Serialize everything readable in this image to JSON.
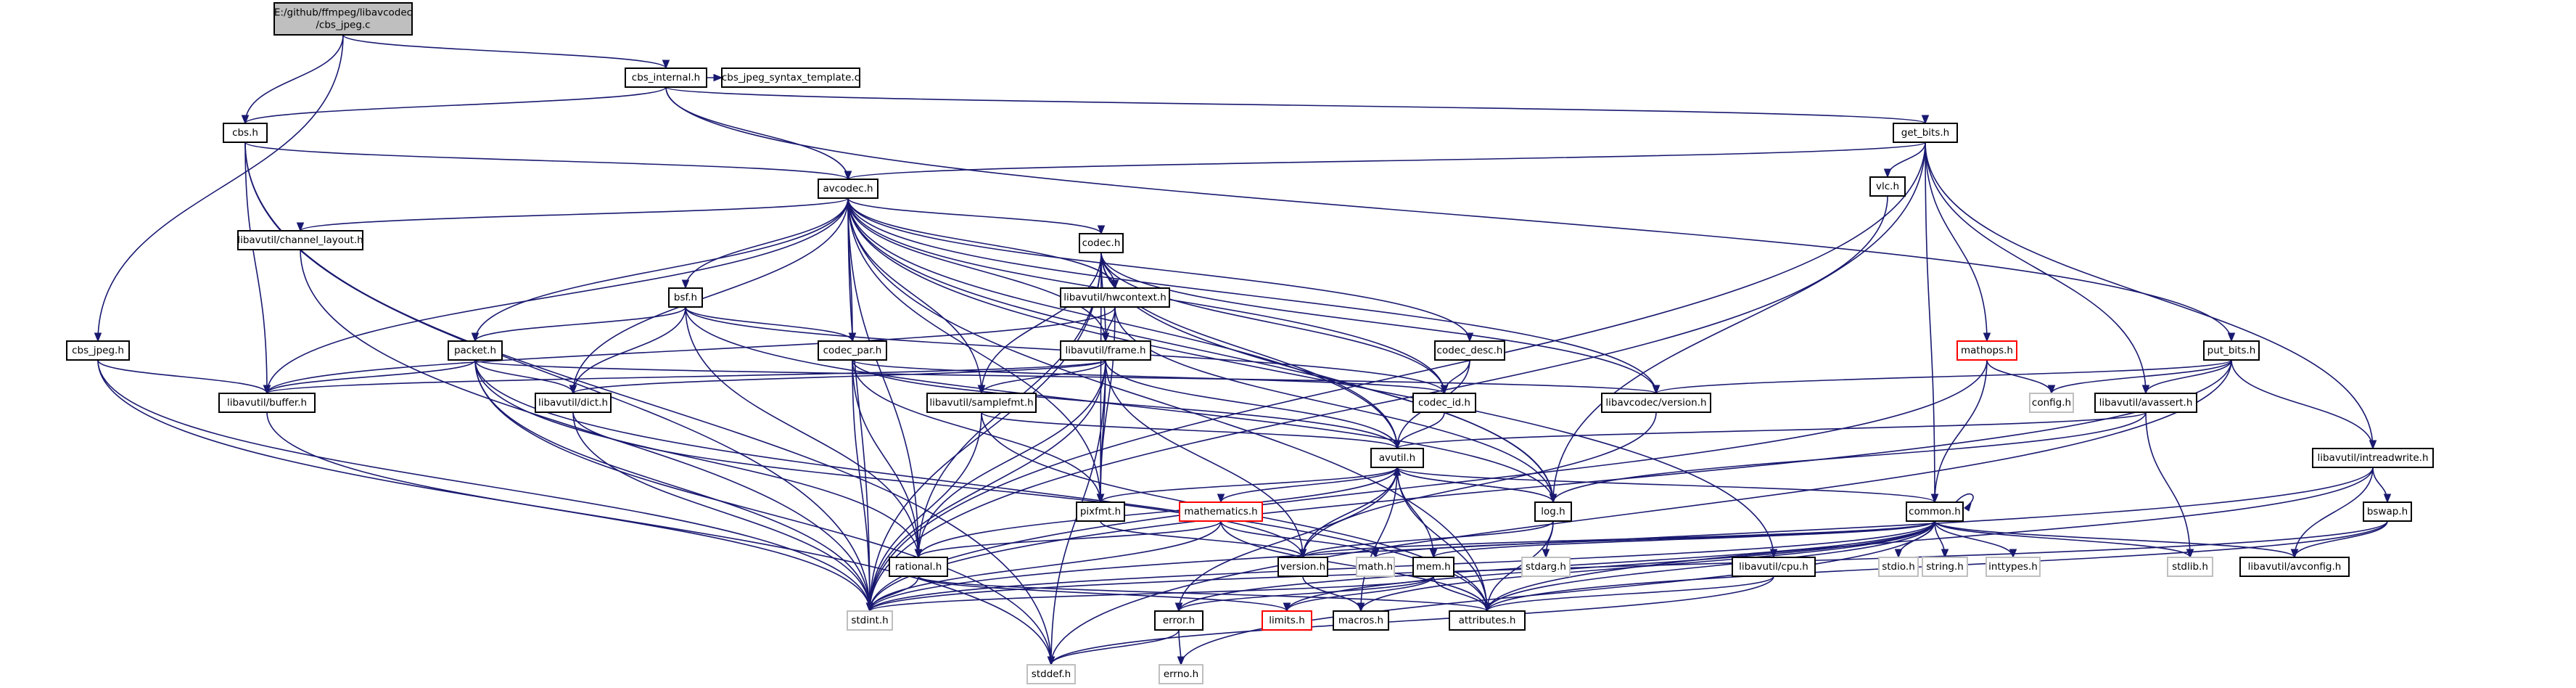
{
  "graph": {
    "nodes": [
      {
        "id": "root",
        "lines": [
          "E:/github/ffmpeg/libavcodec",
          "/cbs_jpeg.c"
        ],
        "style": "root"
      },
      {
        "id": "cbs_internal_h",
        "lines": [
          "cbs_internal.h"
        ],
        "style": "normal"
      },
      {
        "id": "cbs_jpeg_syntax_template_c",
        "lines": [
          "cbs_jpeg_syntax_template.c"
        ],
        "style": "normal"
      },
      {
        "id": "cbs_h",
        "lines": [
          "cbs.h"
        ],
        "style": "normal"
      },
      {
        "id": "get_bits_h",
        "lines": [
          "get_bits.h"
        ],
        "style": "normal"
      },
      {
        "id": "avcodec_h",
        "lines": [
          "avcodec.h"
        ],
        "style": "normal"
      },
      {
        "id": "vlc_h",
        "lines": [
          "vlc.h"
        ],
        "style": "normal"
      },
      {
        "id": "channel_layout_h",
        "lines": [
          "libavutil/channel_layout.h"
        ],
        "style": "normal"
      },
      {
        "id": "codec_h",
        "lines": [
          "codec.h"
        ],
        "style": "normal"
      },
      {
        "id": "hwcontext_h",
        "lines": [
          "libavutil/hwcontext.h"
        ],
        "style": "normal"
      },
      {
        "id": "bsf_h",
        "lines": [
          "bsf.h"
        ],
        "style": "normal"
      },
      {
        "id": "frame_h",
        "lines": [
          "libavutil/frame.h"
        ],
        "style": "normal"
      },
      {
        "id": "codec_par_h",
        "lines": [
          "codec_par.h"
        ],
        "style": "normal"
      },
      {
        "id": "codec_desc_h",
        "lines": [
          "codec_desc.h"
        ],
        "style": "normal"
      },
      {
        "id": "mathops_h",
        "lines": [
          "mathops.h"
        ],
        "style": "red"
      },
      {
        "id": "put_bits_h",
        "lines": [
          "put_bits.h"
        ],
        "style": "normal"
      },
      {
        "id": "cbs_jpeg_h",
        "lines": [
          "cbs_jpeg.h"
        ],
        "style": "normal"
      },
      {
        "id": "packet_h",
        "lines": [
          "packet.h"
        ],
        "style": "normal"
      },
      {
        "id": "buffer_h",
        "lines": [
          "libavutil/buffer.h"
        ],
        "style": "normal"
      },
      {
        "id": "dict_h",
        "lines": [
          "libavutil/dict.h"
        ],
        "style": "normal"
      },
      {
        "id": "samplefmt_h",
        "lines": [
          "libavutil/samplefmt.h"
        ],
        "style": "normal"
      },
      {
        "id": "codec_id_h",
        "lines": [
          "codec_id.h"
        ],
        "style": "normal"
      },
      {
        "id": "avcodec_version_h",
        "lines": [
          "libavcodec/version.h"
        ],
        "style": "normal"
      },
      {
        "id": "config_h",
        "lines": [
          "config.h"
        ],
        "style": "grey"
      },
      {
        "id": "avassert_h",
        "lines": [
          "libavutil/avassert.h"
        ],
        "style": "normal"
      },
      {
        "id": "intreadwrite_h",
        "lines": [
          "libavutil/intreadwrite.h"
        ],
        "style": "normal"
      },
      {
        "id": "avutil_h",
        "lines": [
          "avutil.h"
        ],
        "style": "normal"
      },
      {
        "id": "mathematics_h",
        "lines": [
          "mathematics.h"
        ],
        "style": "red"
      },
      {
        "id": "pixfmt_h",
        "lines": [
          "pixfmt.h"
        ],
        "style": "normal"
      },
      {
        "id": "log_h",
        "lines": [
          "log.h"
        ],
        "style": "normal"
      },
      {
        "id": "common_h",
        "lines": [
          "common.h"
        ],
        "style": "normal"
      },
      {
        "id": "bswap_h",
        "lines": [
          "bswap.h"
        ],
        "style": "normal"
      },
      {
        "id": "rational_h",
        "lines": [
          "rational.h"
        ],
        "style": "normal"
      },
      {
        "id": "version_h",
        "lines": [
          "version.h"
        ],
        "style": "normal"
      },
      {
        "id": "math_h",
        "lines": [
          "math.h"
        ],
        "style": "grey"
      },
      {
        "id": "mem_h",
        "lines": [
          "mem.h"
        ],
        "style": "normal"
      },
      {
        "id": "stdarg_h",
        "lines": [
          "stdarg.h"
        ],
        "style": "grey"
      },
      {
        "id": "cpu_h",
        "lines": [
          "libavutil/cpu.h"
        ],
        "style": "normal"
      },
      {
        "id": "stdio_h",
        "lines": [
          "stdio.h"
        ],
        "style": "grey"
      },
      {
        "id": "string_h",
        "lines": [
          "string.h"
        ],
        "style": "grey"
      },
      {
        "id": "inttypes_h",
        "lines": [
          "inttypes.h"
        ],
        "style": "grey"
      },
      {
        "id": "stdlib_h",
        "lines": [
          "stdlib.h"
        ],
        "style": "grey"
      },
      {
        "id": "avconfig_h",
        "lines": [
          "libavutil/avconfig.h"
        ],
        "style": "normal"
      },
      {
        "id": "stdint_h",
        "lines": [
          "stdint.h"
        ],
        "style": "grey"
      },
      {
        "id": "limits_h",
        "lines": [
          "limits.h"
        ],
        "style": "red"
      },
      {
        "id": "macros_h",
        "lines": [
          "macros.h"
        ],
        "style": "normal"
      },
      {
        "id": "attributes_h",
        "lines": [
          "attributes.h"
        ],
        "style": "normal"
      },
      {
        "id": "error_h",
        "lines": [
          "error.h"
        ],
        "style": "normal"
      },
      {
        "id": "stddef_h",
        "lines": [
          "stddef.h"
        ],
        "style": "grey"
      },
      {
        "id": "errno_h",
        "lines": [
          "errno.h"
        ],
        "style": "grey"
      }
    ],
    "edges": [
      [
        "root",
        "cbs_internal_h"
      ],
      [
        "root",
        "cbs_h"
      ],
      [
        "root",
        "cbs_jpeg_h"
      ],
      [
        "cbs_internal_h",
        "cbs_jpeg_syntax_template_c"
      ],
      [
        "cbs_internal_h",
        "cbs_h"
      ],
      [
        "cbs_internal_h",
        "avcodec_h"
      ],
      [
        "cbs_internal_h",
        "get_bits_h"
      ],
      [
        "cbs_internal_h",
        "put_bits_h"
      ],
      [
        "cbs_h",
        "avcodec_h"
      ],
      [
        "cbs_h",
        "buffer_h"
      ],
      [
        "cbs_h",
        "stdint_h"
      ],
      [
        "cbs_h",
        "stddef_h"
      ],
      [
        "get_bits_h",
        "avcodec_h"
      ],
      [
        "get_bits_h",
        "vlc_h"
      ],
      [
        "get_bits_h",
        "mathops_h"
      ],
      [
        "get_bits_h",
        "common_h"
      ],
      [
        "get_bits_h",
        "avassert_h"
      ],
      [
        "get_bits_h",
        "intreadwrite_h"
      ],
      [
        "get_bits_h",
        "log_h"
      ],
      [
        "get_bits_h",
        "stdint_h"
      ],
      [
        "vlc_h",
        "stdint_h"
      ],
      [
        "avcodec_h",
        "channel_layout_h"
      ],
      [
        "avcodec_h",
        "codec_h"
      ],
      [
        "avcodec_h",
        "hwcontext_h"
      ],
      [
        "avcodec_h",
        "bsf_h"
      ],
      [
        "avcodec_h",
        "frame_h"
      ],
      [
        "avcodec_h",
        "codec_par_h"
      ],
      [
        "avcodec_h",
        "codec_desc_h"
      ],
      [
        "avcodec_h",
        "packet_h"
      ],
      [
        "avcodec_h",
        "buffer_h"
      ],
      [
        "avcodec_h",
        "dict_h"
      ],
      [
        "avcodec_h",
        "samplefmt_h"
      ],
      [
        "avcodec_h",
        "codec_id_h"
      ],
      [
        "avcodec_h",
        "avcodec_version_h"
      ],
      [
        "avcodec_h",
        "avutil_h"
      ],
      [
        "avcodec_h",
        "pixfmt_h"
      ],
      [
        "avcodec_h",
        "log_h"
      ],
      [
        "avcodec_h",
        "rational_h"
      ],
      [
        "avcodec_h",
        "cpu_h"
      ],
      [
        "avcodec_h",
        "attributes_h"
      ],
      [
        "avcodec_h",
        "stdint_h"
      ],
      [
        "channel_layout_h",
        "stdint_h"
      ],
      [
        "codec_h",
        "hwcontext_h"
      ],
      [
        "codec_h",
        "frame_h"
      ],
      [
        "codec_h",
        "samplefmt_h"
      ],
      [
        "codec_h",
        "codec_id_h"
      ],
      [
        "codec_h",
        "avcodec_version_h"
      ],
      [
        "codec_h",
        "avutil_h"
      ],
      [
        "codec_h",
        "pixfmt_h"
      ],
      [
        "codec_h",
        "log_h"
      ],
      [
        "codec_h",
        "rational_h"
      ],
      [
        "codec_h",
        "stdint_h"
      ],
      [
        "hwcontext_h",
        "frame_h"
      ],
      [
        "hwcontext_h",
        "buffer_h"
      ],
      [
        "hwcontext_h",
        "log_h"
      ],
      [
        "hwcontext_h",
        "pixfmt_h"
      ],
      [
        "bsf_h",
        "packet_h"
      ],
      [
        "bsf_h",
        "codec_par_h"
      ],
      [
        "bsf_h",
        "codec_id_h"
      ],
      [
        "bsf_h",
        "dict_h"
      ],
      [
        "bsf_h",
        "log_h"
      ],
      [
        "bsf_h",
        "rational_h"
      ],
      [
        "frame_h",
        "buffer_h"
      ],
      [
        "frame_h",
        "dict_h"
      ],
      [
        "frame_h",
        "samplefmt_h"
      ],
      [
        "frame_h",
        "avutil_h"
      ],
      [
        "frame_h",
        "pixfmt_h"
      ],
      [
        "frame_h",
        "rational_h"
      ],
      [
        "frame_h",
        "version_h"
      ],
      [
        "frame_h",
        "stdint_h"
      ],
      [
        "frame_h",
        "stddef_h"
      ],
      [
        "codec_par_h",
        "codec_id_h"
      ],
      [
        "codec_par_h",
        "avutil_h"
      ],
      [
        "codec_par_h",
        "pixfmt_h"
      ],
      [
        "codec_par_h",
        "rational_h"
      ],
      [
        "codec_par_h",
        "stdint_h"
      ],
      [
        "codec_desc_h",
        "codec_id_h"
      ],
      [
        "codec_desc_h",
        "avutil_h"
      ],
      [
        "mathops_h",
        "config_h"
      ],
      [
        "mathops_h",
        "common_h"
      ],
      [
        "mathops_h",
        "stdint_h"
      ],
      [
        "put_bits_h",
        "avcodec_version_h"
      ],
      [
        "put_bits_h",
        "config_h"
      ],
      [
        "put_bits_h",
        "avassert_h"
      ],
      [
        "put_bits_h",
        "intreadwrite_h"
      ],
      [
        "put_bits_h",
        "stdint_h"
      ],
      [
        "put_bits_h",
        "stddef_h"
      ],
      [
        "cbs_jpeg_h",
        "buffer_h"
      ],
      [
        "cbs_jpeg_h",
        "stdint_h"
      ],
      [
        "cbs_jpeg_h",
        "stddef_h"
      ],
      [
        "packet_h",
        "buffer_h"
      ],
      [
        "packet_h",
        "dict_h"
      ],
      [
        "packet_h",
        "avcodec_version_h"
      ],
      [
        "packet_h",
        "rational_h"
      ],
      [
        "packet_h",
        "attributes_h"
      ],
      [
        "packet_h",
        "stdint_h"
      ],
      [
        "packet_h",
        "stddef_h"
      ],
      [
        "buffer_h",
        "stdint_h"
      ],
      [
        "dict_h",
        "version_h"
      ],
      [
        "dict_h",
        "stdint_h"
      ],
      [
        "samplefmt_h",
        "avutil_h"
      ],
      [
        "samplefmt_h",
        "attributes_h"
      ],
      [
        "samplefmt_h",
        "stdint_h"
      ],
      [
        "codec_id_h",
        "avutil_h"
      ],
      [
        "avcodec_version_h",
        "version_h"
      ],
      [
        "avassert_h",
        "avutil_h"
      ],
      [
        "avassert_h",
        "log_h"
      ],
      [
        "avassert_h",
        "stdlib_h"
      ],
      [
        "intreadwrite_h",
        "avconfig_h"
      ],
      [
        "intreadwrite_h",
        "bswap_h"
      ],
      [
        "intreadwrite_h",
        "attributes_h"
      ],
      [
        "intreadwrite_h",
        "stdint_h"
      ],
      [
        "avutil_h",
        "mathematics_h"
      ],
      [
        "avutil_h",
        "pixfmt_h"
      ],
      [
        "avutil_h",
        "log_h"
      ],
      [
        "avutil_h",
        "common_h"
      ],
      [
        "avutil_h",
        "rational_h"
      ],
      [
        "avutil_h",
        "version_h"
      ],
      [
        "avutil_h",
        "error_h"
      ],
      [
        "avutil_h",
        "macros_h"
      ],
      [
        "avutil_h",
        "attributes_h"
      ],
      [
        "mathematics_h",
        "rational_h"
      ],
      [
        "mathematics_h",
        "math_h"
      ],
      [
        "mathematics_h",
        "attributes_h"
      ],
      [
        "mathematics_h",
        "stdint_h"
      ],
      [
        "pixfmt_h",
        "version_h"
      ],
      [
        "log_h",
        "avutil_h"
      ],
      [
        "log_h",
        "version_h"
      ],
      [
        "log_h",
        "stdarg_h"
      ],
      [
        "log_h",
        "attributes_h"
      ],
      [
        "common_h",
        "common_h"
      ],
      [
        "common_h",
        "mem_h"
      ],
      [
        "common_h",
        "stdio_h"
      ],
      [
        "common_h",
        "string_h"
      ],
      [
        "common_h",
        "inttypes_h"
      ],
      [
        "common_h",
        "stdlib_h"
      ],
      [
        "common_h",
        "avconfig_h"
      ],
      [
        "common_h",
        "stdint_h"
      ],
      [
        "common_h",
        "limits_h"
      ],
      [
        "common_h",
        "macros_h"
      ],
      [
        "common_h",
        "attributes_h"
      ],
      [
        "common_h",
        "error_h"
      ],
      [
        "common_h",
        "math_h"
      ],
      [
        "common_h",
        "version_h"
      ],
      [
        "common_h",
        "errno_h"
      ],
      [
        "bswap_h",
        "avconfig_h"
      ],
      [
        "bswap_h",
        "attributes_h"
      ],
      [
        "bswap_h",
        "stdint_h"
      ],
      [
        "rational_h",
        "attributes_h"
      ],
      [
        "rational_h",
        "stdint_h"
      ],
      [
        "rational_h",
        "limits_h"
      ],
      [
        "version_h",
        "macros_h"
      ],
      [
        "mem_h",
        "avutil_h"
      ],
      [
        "mem_h",
        "attributes_h"
      ],
      [
        "mem_h",
        "error_h"
      ],
      [
        "mem_h",
        "limits_h"
      ],
      [
        "mem_h",
        "stdint_h"
      ],
      [
        "cpu_h",
        "attributes_h"
      ],
      [
        "cpu_h",
        "stddef_h"
      ],
      [
        "error_h",
        "errno_h"
      ],
      [
        "error_h",
        "stddef_h"
      ]
    ]
  }
}
